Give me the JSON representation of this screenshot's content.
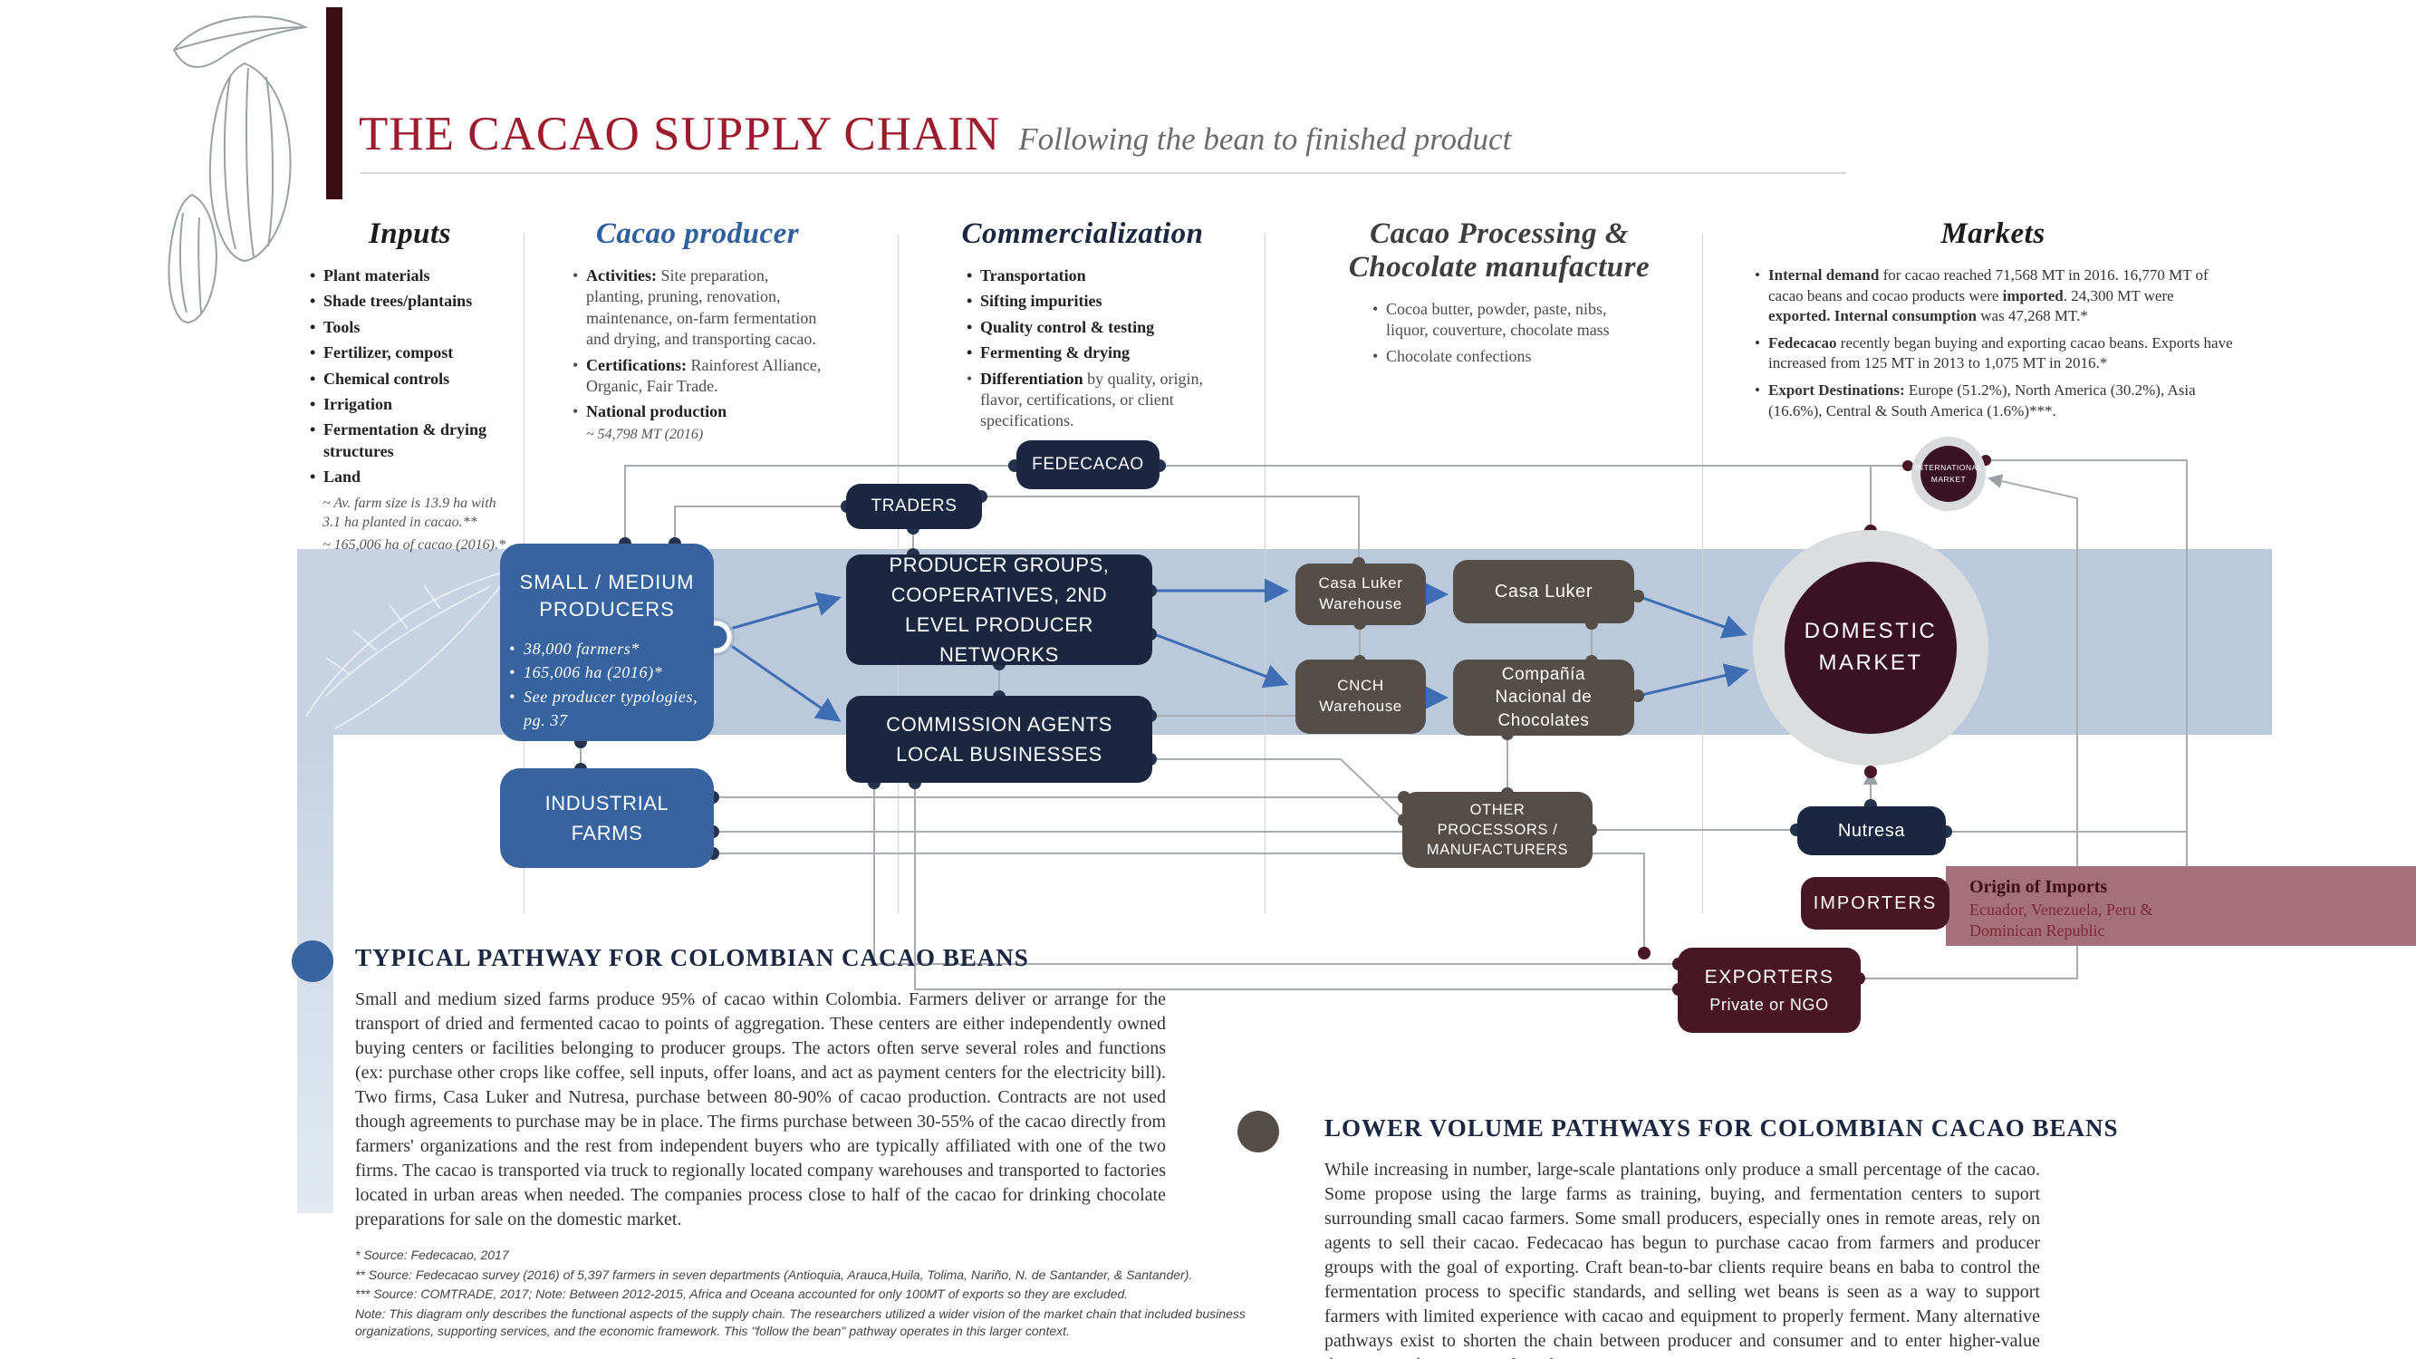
{
  "header": {
    "title": "THE CACAO SUPPLY CHAIN",
    "subtitle": "Following the bean to finished product"
  },
  "colors": {
    "title_red": "#9c1b2c",
    "navy": "#1b2740",
    "blue": "#37639f",
    "gray_brown": "#554e48",
    "maroon": "#471724",
    "band_blue": "#bac9db",
    "mauve": "#a5707b"
  },
  "columns": {
    "inputs": {
      "heading": "Inputs",
      "items": [
        "Plant materials",
        "Shade trees/plantains",
        "Tools",
        "Fertilizer, compost",
        "Chemical controls",
        "Irrigation",
        "Fermentation & drying structures",
        "Land"
      ],
      "notes": [
        "~ Av. farm size is 13.9 ha with 3.1 ha planted in cacao.**",
        "~ 165,006 ha of cacao (2016).*"
      ]
    },
    "producer": {
      "heading": "Cacao producer",
      "activities_label": "Activities:",
      "activities_text": "Site preparation, planting, pruning, renovation, maintenance, on-farm fermentation and drying, and transporting cacao.",
      "certifications_label": "Certifications:",
      "certifications_text": "Rainforest Alliance, Organic, Fair Trade.",
      "production_label": "National production",
      "production_value": "~ 54,798 MT (2016)"
    },
    "commercialization": {
      "heading": "Commercialization",
      "items": [
        "Transportation",
        "Sifting impurities",
        "Quality control & testing",
        "Fermenting & drying"
      ],
      "differentiation_label": "Differentiation",
      "differentiation_text": "by quality, origin, flavor, certifications, or client specifications."
    },
    "processing": {
      "heading_line1": "Cacao Processing &",
      "heading_line2": "Chocolate manufacture",
      "items": [
        "Cocoa butter, powder, paste, nibs, liquor, couverture, chocolate mass",
        "Chocolate confections"
      ]
    },
    "markets": {
      "heading": "Markets",
      "bullet1": {
        "b1": "Internal demand",
        "t1": "for cacao reached 71,568 MT in 2016. 16,770 MT of cacao beans and cocao products were",
        "b2": "imported",
        "t2": ". 24,300 MT were",
        "b3": "exported. Internal consumption",
        "t3": "was 47,268 MT.*"
      },
      "bullet2": {
        "b1": "Fedecacao",
        "t1": "recently began buying and exporting cacao beans. Exports have increased from 125 MT in 2013 to 1,075 MT in 2016.*"
      },
      "bullet3": {
        "b1": "Export Destinations:",
        "t1": "Europe (51.2%), North America (30.2%), Asia (16.6%), Central & South America (1.6%)***."
      }
    }
  },
  "flow": {
    "fedecacao": "FEDECACAO",
    "traders": "TRADERS",
    "small_medium": {
      "title": "SMALL / MEDIUM PRODUCERS",
      "bullets": [
        "38,000 farmers*",
        "165,006 ha (2016)*",
        "See producer typologies, pg. 37"
      ]
    },
    "producer_groups": "PRODUCER GROUPS, COOPERATIVES, 2ND LEVEL PRODUCER NETWORKS",
    "commission_agents": "COMMISSION AGENTS LOCAL BUSINESSES",
    "industrial_farms": "INDUSTRIAL FARMS",
    "casa_luker_warehouse": "Casa Luker Warehouse",
    "cnch_warehouse": "CNCH Warehouse",
    "casa_luker": "Casa Luker",
    "cnch": "Compañía Nacional de Chocolates",
    "other_processors": "OTHER PROCESSORS / MANUFACTURERS",
    "domestic_market_line1": "DOMESTIC",
    "domestic_market_line2": "MARKET",
    "international_line1": "INTERNATIONAL",
    "international_line2": "MARKET",
    "nutresa": "Nutresa",
    "importers": "IMPORTERS",
    "exporters_title": "EXPORTERS",
    "exporters_sub": "Private or NGO",
    "origin_imports_label": "Origin of Imports",
    "origin_imports_text": "Ecuador, Venezuela, Peru & Dominican Republic"
  },
  "pathways": {
    "typical_heading": "TYPICAL PATHWAY FOR COLOMBIAN CACAO BEANS",
    "typical_body": "Small and medium sized farms produce 95% of cacao within Colombia. Farmers deliver or arrange for the transport of dried and fermented cacao to points of aggregation. These centers are either independently owned buying centers or facilities belonging to producer groups. The actors often serve several roles and functions (ex: purchase other crops like coffee, sell inputs, offer loans, and act as payment centers for the electricity bill). Two firms, Casa Luker and Nutresa, purchase between 80-90% of cacao production. Contracts are not used though agreements to purchase may be in place. The firms purchase between 30-55% of the cacao directly from farmers' organizations and the rest from independent buyers who are typically affiliated with one of the two firms. The cacao is transported via truck to regionally located company warehouses and transported to factories located in urban areas when needed. The companies process close to half of the cacao for drinking chocolate preparations for sale on the domestic market.",
    "lower_heading": "LOWER VOLUME PATHWAYS FOR COLOMBIAN CACAO BEANS",
    "lower_body": "While increasing in number, large-scale plantations only produce a small percentage of the cacao. Some propose using the large farms as training, buying, and fermentation centers to suport surrounding small cacao farmers. Some small producers, especially ones in remote areas, rely on agents to sell their cacao. Fedecacao has begun to purchase cacao from farmers and producer groups with the goal of exporting. Craft bean-to-bar clients require beans en baba to control the fermentation process to specific standards, and selling wet beans is seen as a way to support farmers with limited experience with cacao and equipment to properly ferment. Many alternative pathways exist to shorten the chain between producer and consumer and to enter higher-value domestic and international markets.",
    "footnotes": [
      "* Source: Fedecacao, 2017",
      "** Source: Fedecacao survey (2016) of 5,397 farmers in seven departments (Antioquia, Arauca,Huila, Tolima, Nariño, N. de Santander, & Santander).",
      "*** Source: COMTRADE, 2017; Note: Between 2012-2015, Africa and Oceana accounted for only 100MT of exports so they are excluded.",
      "Note: This diagram only describes the functional aspects of the supply chain. The researchers utilized a wider vision of the market chain that included business organizations, supporting services, and the economic framework. This \"follow the bean\" pathway operates in this larger context."
    ]
  }
}
